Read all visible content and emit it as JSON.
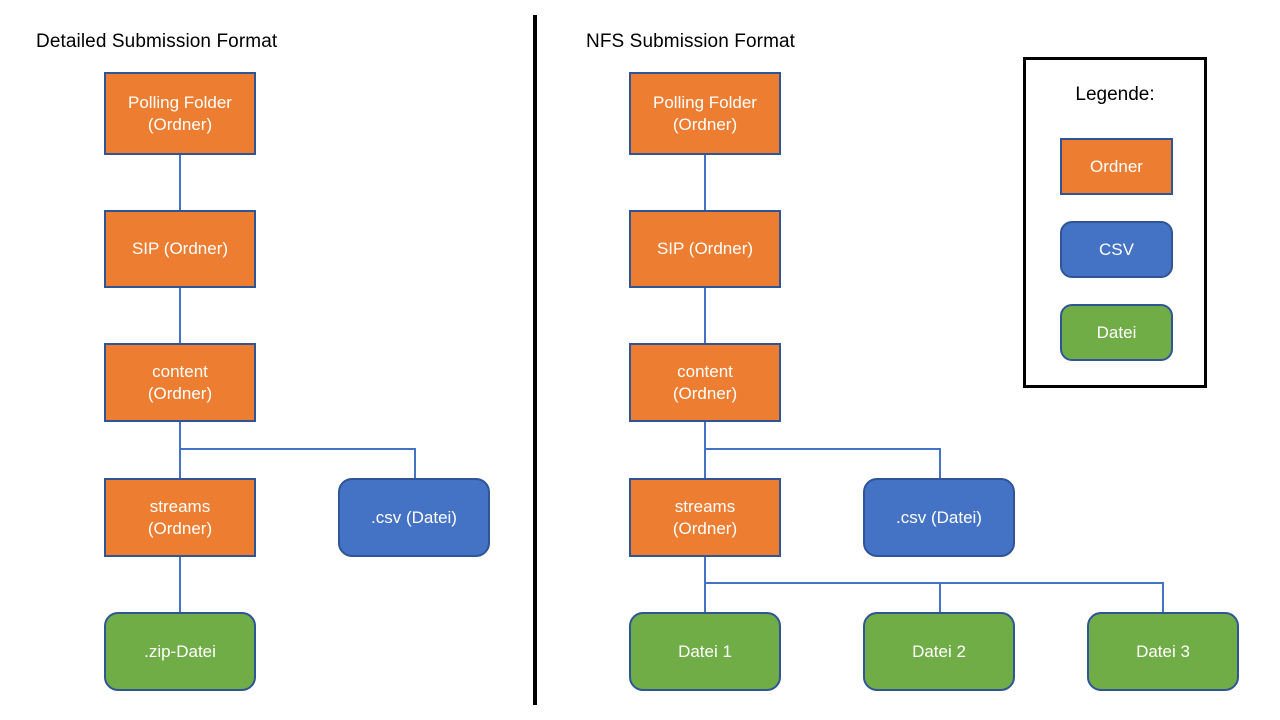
{
  "colors": {
    "folder_fill": "#ED7D31",
    "csv_fill": "#4472C4",
    "file_fill": "#70AD47",
    "box_border": "#2F5597",
    "connector": "#4472C4",
    "divider": "#000000",
    "legend_border": "#000000",
    "node_text": "#FFFFFF",
    "title_text": "#000000",
    "background": "#FFFFFF"
  },
  "left_panel": {
    "title": "Detailed Submission Format",
    "nodes": [
      {
        "id": "polling-folder",
        "label": "Polling Folder\n(Ordner)",
        "type": "folder"
      },
      {
        "id": "sip",
        "label": "SIP (Ordner)",
        "type": "folder"
      },
      {
        "id": "content",
        "label": "content\n(Ordner)",
        "type": "folder"
      },
      {
        "id": "streams",
        "label": "streams\n(Ordner)",
        "type": "folder"
      },
      {
        "id": "csv",
        "label": ".csv (Datei)",
        "type": "csv"
      },
      {
        "id": "zip",
        "label": ".zip-Datei",
        "type": "file"
      }
    ]
  },
  "right_panel": {
    "title": "NFS Submission Format",
    "nodes": [
      {
        "id": "polling-folder",
        "label": "Polling Folder\n(Ordner)",
        "type": "folder"
      },
      {
        "id": "sip",
        "label": "SIP (Ordner)",
        "type": "folder"
      },
      {
        "id": "content",
        "label": "content\n(Ordner)",
        "type": "folder"
      },
      {
        "id": "streams",
        "label": "streams\n(Ordner)",
        "type": "folder"
      },
      {
        "id": "csv",
        "label": ".csv (Datei)",
        "type": "csv"
      },
      {
        "id": "datei-1",
        "label": "Datei 1",
        "type": "file"
      },
      {
        "id": "datei-2",
        "label": "Datei 2",
        "type": "file"
      },
      {
        "id": "datei-3",
        "label": "Datei 3",
        "type": "file"
      }
    ]
  },
  "legend": {
    "title": "Legende:",
    "items": [
      {
        "id": "ordner",
        "label": "Ordner",
        "type": "folder"
      },
      {
        "id": "csv",
        "label": "CSV",
        "type": "csv"
      },
      {
        "id": "datei",
        "label": "Datei",
        "type": "file"
      }
    ]
  }
}
